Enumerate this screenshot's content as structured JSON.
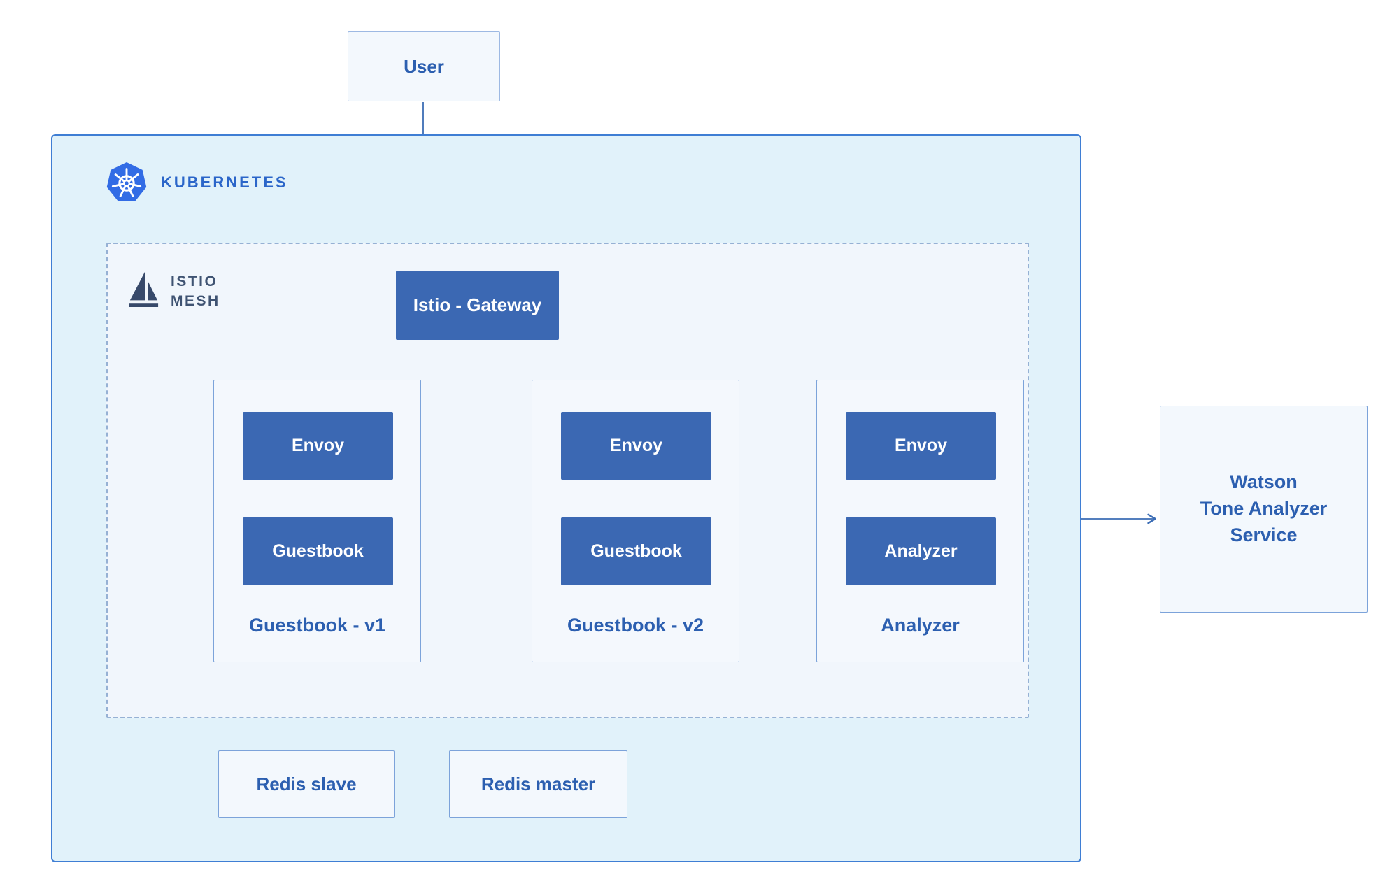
{
  "diagram": {
    "user": {
      "label": "User"
    },
    "kubernetes": {
      "label": "KUBERNETES"
    },
    "istio_mesh": {
      "line1": "ISTIO",
      "line2": "MESH"
    },
    "gateway": {
      "label": "Istio - Gateway"
    },
    "pods": [
      {
        "sidecar": "Envoy",
        "app": "Guestbook",
        "label": "Guestbook - v1"
      },
      {
        "sidecar": "Envoy",
        "app": "Guestbook",
        "label": "Guestbook - v2"
      },
      {
        "sidecar": "Envoy",
        "app": "Analyzer",
        "label": "Analyzer"
      }
    ],
    "redis_slave": {
      "label": "Redis slave"
    },
    "redis_master": {
      "label": "Redis master"
    },
    "watson": {
      "line1": "Watson",
      "line2": "Tone Analyzer",
      "line3": "Service"
    }
  },
  "icons": {
    "kubernetes": "kubernetes-helm-logo",
    "istio": "istio-sail-logo"
  },
  "colors": {
    "dark_node_fill": "#3b68b3",
    "dark_node_text": "#ffffff",
    "label_text": "#2c5fb0",
    "kubernetes_bg": "#e1f2fa",
    "kubernetes_border": "#3f7ed4",
    "kubernetes_logo_blue": "#326ce5",
    "kubernetes_title": "#2b66c9",
    "mesh_bg": "#f1f6fc",
    "mesh_border": "#96b1d4",
    "pod_bg": "#f4f8fd",
    "pod_border": "#7ca3da",
    "istio_logo": "#37496a",
    "istio_title": "#3f5372",
    "arrow": "#3c6db5",
    "page_bg": "#ffffff"
  }
}
